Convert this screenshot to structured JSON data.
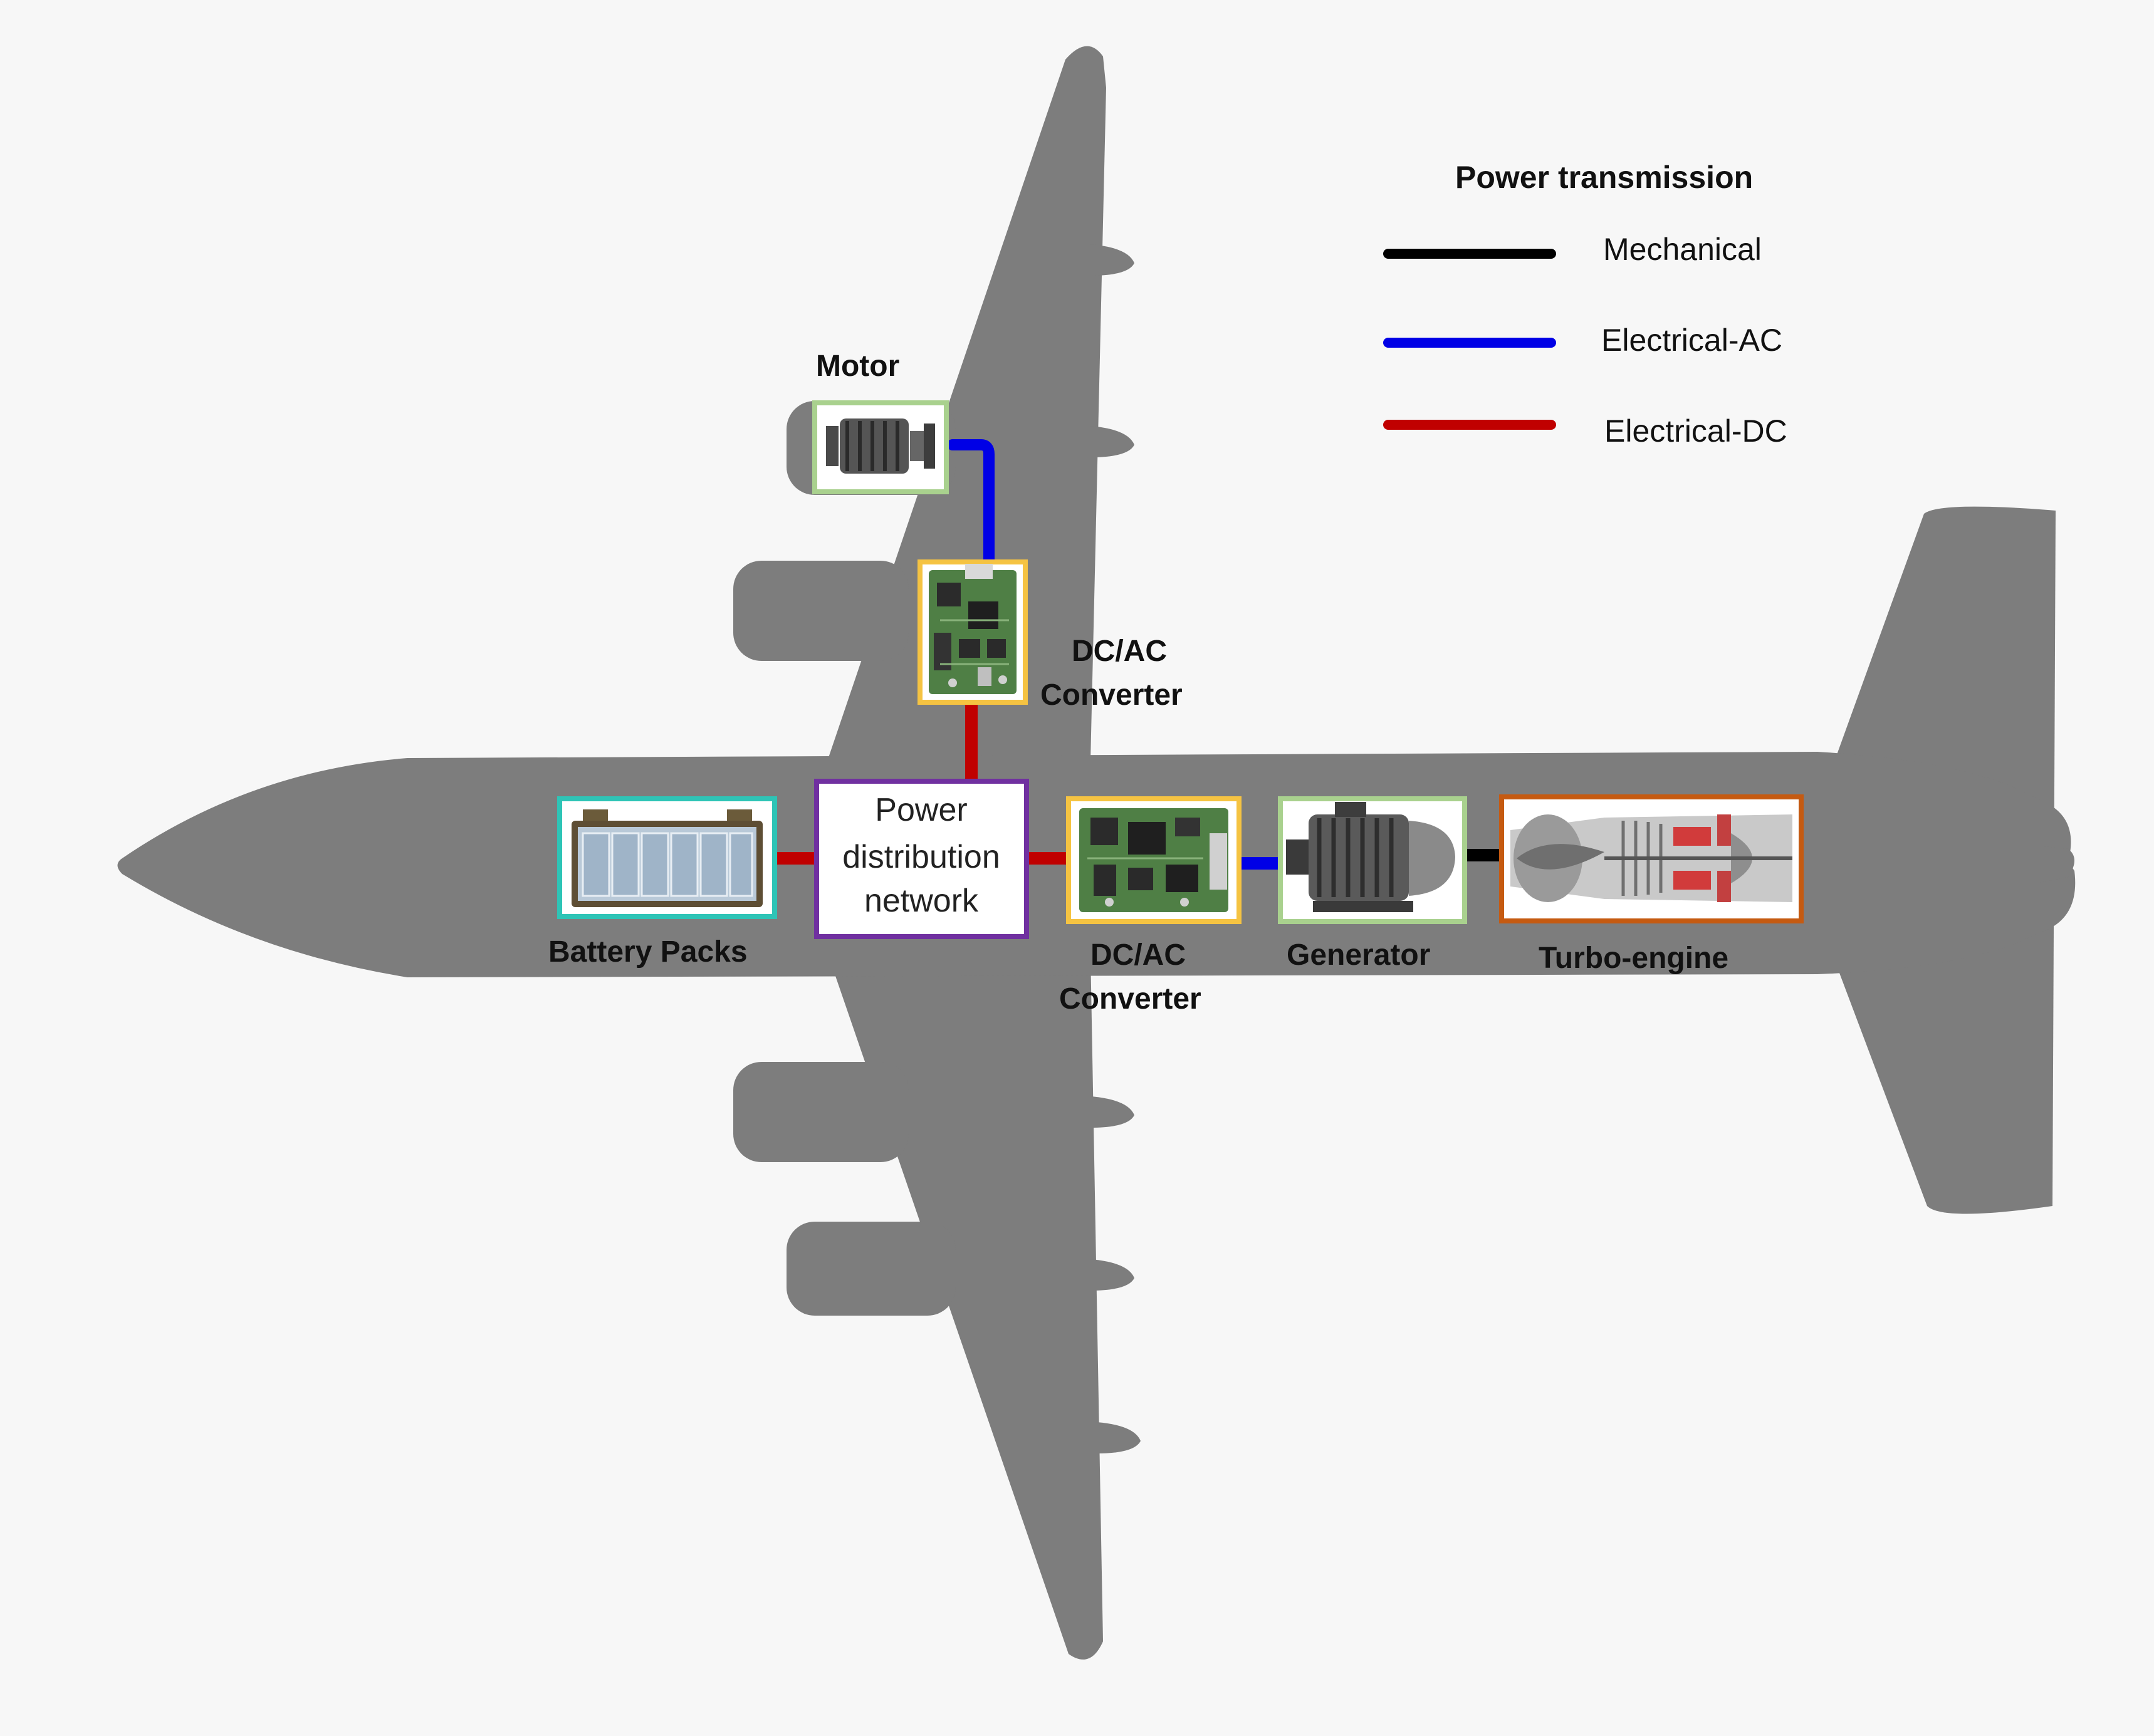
{
  "colors": {
    "background": "#f7f7f7",
    "airplane": "#7d7d7d",
    "mechanical": "#000000",
    "electrical_ac": "#0000e6",
    "electrical_dc": "#c00000",
    "battery_frame": "#2ec4b6",
    "pdn_frame": "#7030a0",
    "converter_frame": "#f5c342",
    "motor_frame": "#a9d18e",
    "generator_frame": "#a9d18e",
    "turbo_frame": "#c55a11"
  },
  "legend": {
    "title": "Power transmission",
    "items": [
      {
        "label": "Mechanical",
        "color": "#000000"
      },
      {
        "label": "Electrical-AC",
        "color": "#0000e6"
      },
      {
        "label": "Electrical-DC",
        "color": "#c00000"
      }
    ]
  },
  "components": {
    "motor": {
      "label": "Motor",
      "icon": "electric-motor-icon"
    },
    "converter_top": {
      "label_line1": "DC/AC",
      "label_line2": "Converter",
      "icon": "circuit-board-icon"
    },
    "battery": {
      "label": "Battery Packs",
      "icon": "battery-icon"
    },
    "pdn": {
      "line1": "Power",
      "line2": "distribution",
      "line3": "network"
    },
    "converter_bottom": {
      "label_line1": "DC/AC",
      "label_line2": "Converter",
      "icon": "circuit-board-icon"
    },
    "generator": {
      "label": "Generator",
      "icon": "generator-icon"
    },
    "turbo": {
      "label": "Turbo-engine",
      "icon": "turbofan-engine-icon"
    }
  },
  "connections": [
    {
      "from": "motor",
      "to": "converter_top",
      "type": "Electrical-AC"
    },
    {
      "from": "converter_top",
      "to": "pdn",
      "type": "Electrical-DC"
    },
    {
      "from": "battery",
      "to": "pdn",
      "type": "Electrical-DC"
    },
    {
      "from": "pdn",
      "to": "converter_bottom",
      "type": "Electrical-DC"
    },
    {
      "from": "converter_bottom",
      "to": "generator",
      "type": "Electrical-AC"
    },
    {
      "from": "generator",
      "to": "turbo",
      "type": "Mechanical"
    }
  ]
}
